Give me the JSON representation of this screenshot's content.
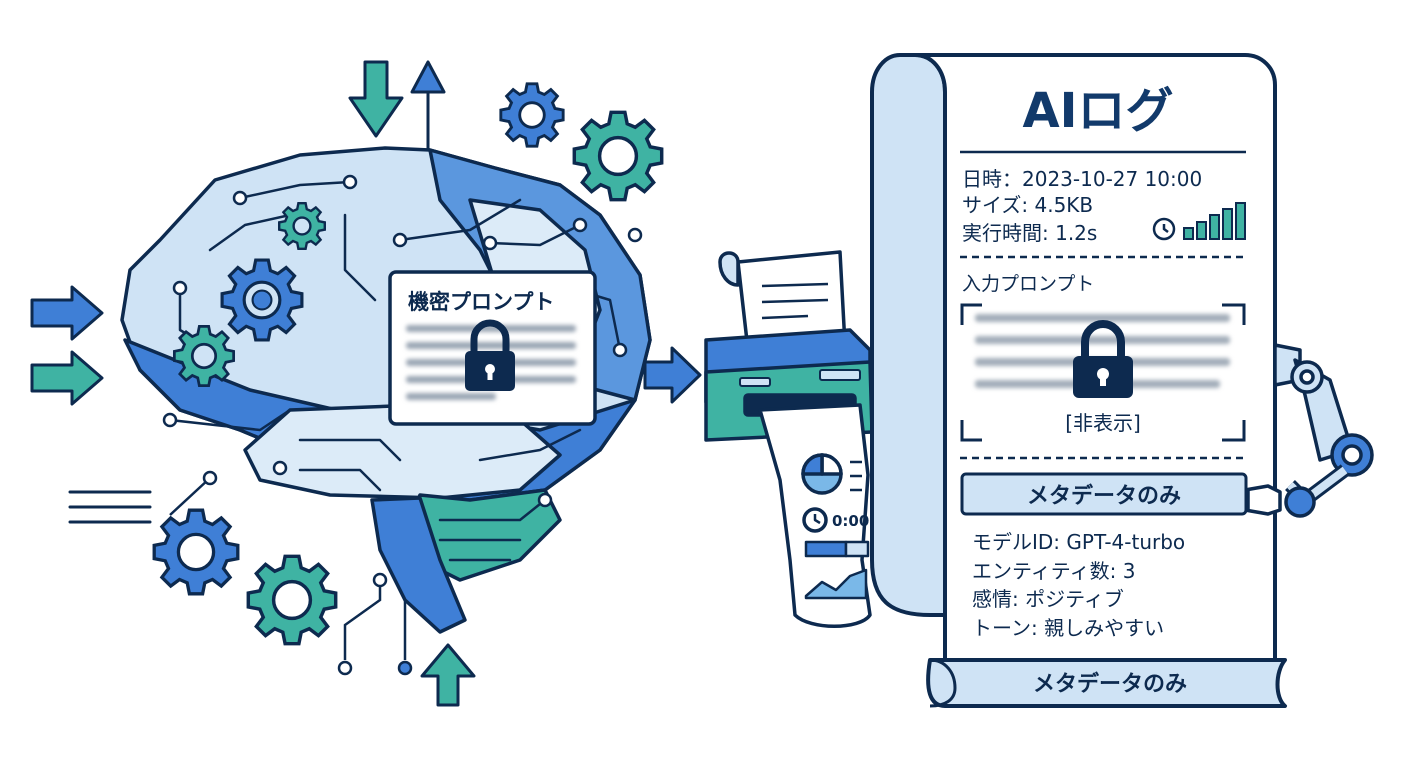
{
  "prompt_card": {
    "title": "機密プロンプト"
  },
  "printer": {
    "clock_readout": "0:00"
  },
  "log": {
    "title": "AIログ",
    "datetime": "日時：2023-10-27 10:00",
    "size": "サイズ: 4.5KB",
    "runtime": "実行時間: 1.2s",
    "input_section_label": "入力プロンプト",
    "hidden_label": "[非表示]",
    "metadata_banner": "メタデータのみ",
    "model_id": "モデルID: GPT-4-turbo",
    "entity_count": "エンティティ数: 3",
    "sentiment": "感情: ポジティブ",
    "tone": "トーン: 親しみやすい",
    "footer_label": "メタデータのみ"
  },
  "icons": [
    "brain-circuit-icon",
    "gear-icon",
    "lock-icon",
    "printer-icon",
    "pie-chart-icon",
    "clock-icon",
    "bar-chart-icon",
    "robot-arm-icon",
    "arrow-icon"
  ],
  "colors": {
    "outline": "#0d2a4f",
    "blue": "#3f7fd6",
    "light_blue": "#cfe3f5",
    "teal": "#3fb3a3",
    "title": "#123a6b"
  }
}
